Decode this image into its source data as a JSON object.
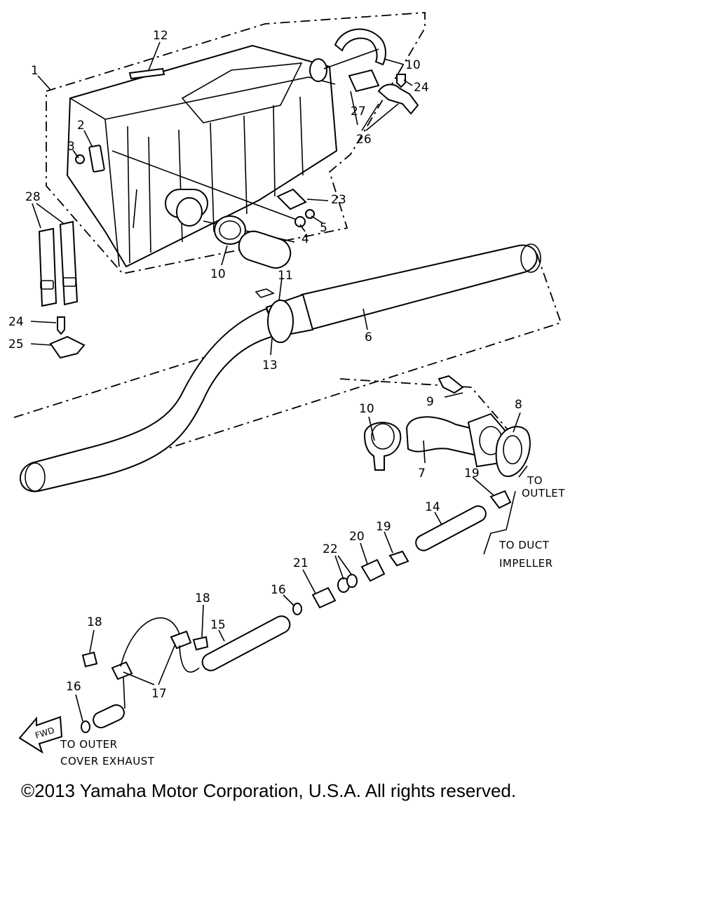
{
  "callouts": {
    "c1": "1",
    "c2": "2",
    "c3": "3",
    "c4": "4",
    "c5": "5",
    "c6": "6",
    "c7": "7",
    "c8": "8",
    "c9": "9",
    "c10a": "10",
    "c10b": "10",
    "c10c": "10",
    "c11": "11",
    "c12": "12",
    "c13": "13",
    "c14": "14",
    "c15": "15",
    "c16a": "16",
    "c16b": "16",
    "c17": "17",
    "c18a": "18",
    "c18b": "18",
    "c19a": "19",
    "c19b": "19",
    "c20": "20",
    "c21": "21",
    "c22": "22",
    "c23": "23",
    "c24a": "24",
    "c24b": "24",
    "c25": "25",
    "c26": "26",
    "c27": "27",
    "c28": "28"
  },
  "notes": {
    "outlet_line1": "TO",
    "outlet_line2": "OUTLET",
    "duct_line1": "TO DUCT",
    "duct_line2": "IMPELLER",
    "outer_line1": "TO OUTER",
    "outer_line2": "COVER EXHAUST",
    "fwd": "FWD"
  },
  "copyright": "©2013 Yamaha Motor Corporation, U.S.A. All rights reserved."
}
